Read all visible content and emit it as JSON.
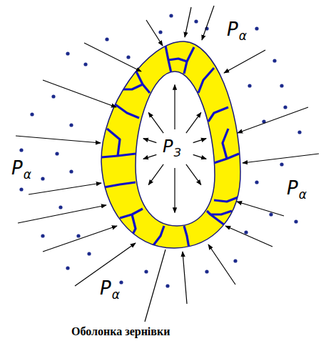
{
  "diagram": {
    "labels": [
      "P",
      "α",
      "P",
      "α",
      "P",
      "З",
      "P",
      "α",
      "P",
      "α",
      "Оболонка зернівки"
    ]
  }
}
